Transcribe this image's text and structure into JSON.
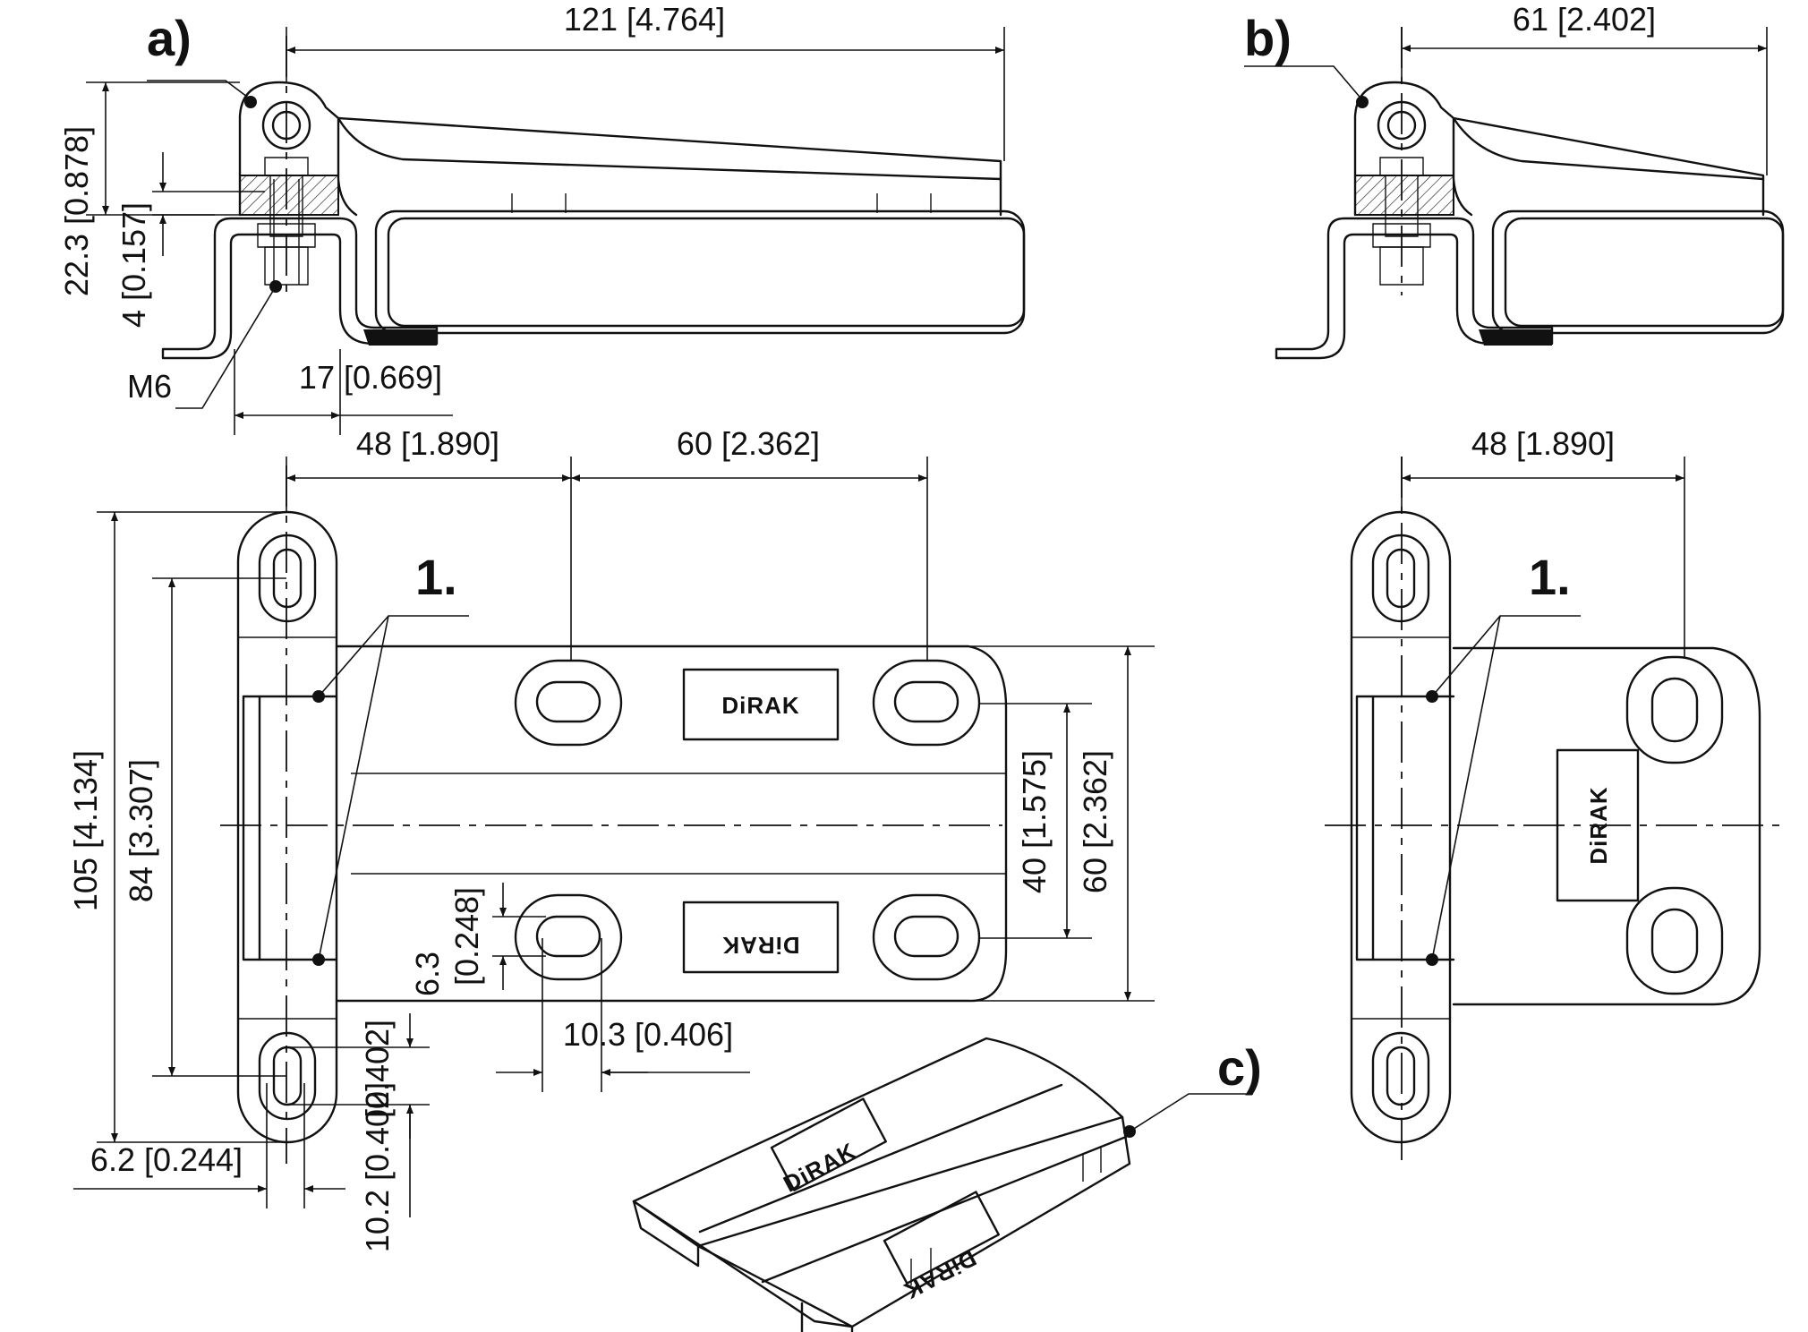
{
  "views": {
    "a": {
      "label": "a)"
    },
    "b": {
      "label": "b)"
    },
    "c": {
      "label": "c)"
    }
  },
  "callout": "1.",
  "thread": "M6",
  "brand": "DiRAK",
  "dimensions": {
    "d121": "121 [4.764]",
    "d61": "61 [2.402]",
    "d22_3": "22.3 [0.878]",
    "d4": "4 [0.157]",
    "d17": "17 [0.669]",
    "d48_left": "48 [1.890]",
    "d60_top": "60 [2.362]",
    "d48_right": "48 [1.890]",
    "d105": "105 [4.134]",
    "d84": "84 [3.307]",
    "d40": "40 [1.575]",
    "d60_side": "60 [2.362]",
    "d6_3a": "6.3",
    "d6_3b": "[0.248]",
    "d10_3": "10.3 [0.406]",
    "d0_402": "[0.402]",
    "d10_2": "10.2 [0.402]",
    "d6_2": "6.2 [0.244]"
  }
}
